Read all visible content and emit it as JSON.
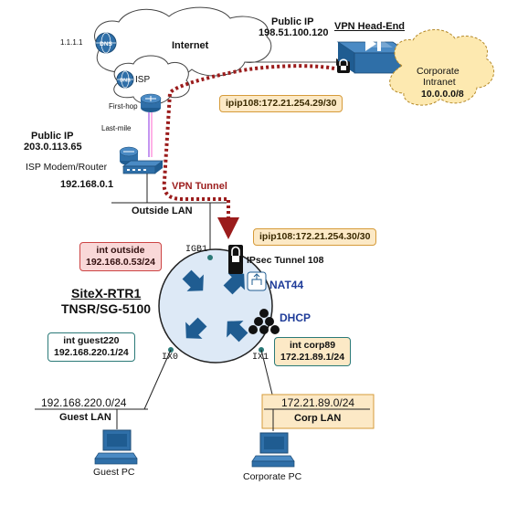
{
  "internet": {
    "cloud_label": "Internet",
    "dns_ip": "1.1.1.1",
    "isp_label": "ISP",
    "first_hop_label": "First-hop",
    "last_mile_label": "Last-mile"
  },
  "vpn_headend": {
    "title": "VPN Head-End",
    "public_ip_label": "Public IP",
    "public_ip": "198.51.100.120",
    "tunnel_addr": "ipip108:172.21.254.29/30"
  },
  "corporate_intranet": {
    "label": "Corporate\nIntranet",
    "label_line1": "Corporate",
    "label_line2": "Intranet",
    "subnet": "10.0.0.0/8"
  },
  "isp_modem": {
    "public_ip_label": "Public IP",
    "public_ip": "203.0.113.65",
    "name": "ISP Modem/Router",
    "lan_ip": "192.168.0.1"
  },
  "vpn_tunnel": {
    "label": "VPN Tunnel"
  },
  "outside_lan": {
    "label": "Outside LAN"
  },
  "router": {
    "name_line1": "SiteX-RTR1",
    "name_line2": "TNSR/SG-5100",
    "tunnel_addr": "ipip108:172.21.254.30/30",
    "tunnel_name": "IPsec Tunnel 108",
    "nat_label": "NAT44",
    "dhcp_label": "DHCP",
    "ports": {
      "igb1": "IGB1",
      "ix0": "IX0",
      "ix1": "IX1"
    }
  },
  "interfaces": {
    "outside": {
      "line1": "int outside",
      "line2": "192.168.0.53/24"
    },
    "guest": {
      "line1": "int guest220",
      "line2": "192.168.220.1/24"
    },
    "corp": {
      "line1": "int corp89",
      "line2": "172.21.89.1/24"
    }
  },
  "guest_lan": {
    "subnet": "192.168.220.0/24",
    "label": "Guest LAN",
    "pc_label": "Guest PC"
  },
  "corp_lan": {
    "subnet": "172.21.89.0/24",
    "label": "Corp LAN",
    "pc_label": "Corporate PC"
  },
  "colors": {
    "tunnel": "#9b1c1c",
    "router_fill": "#dde9f6",
    "arrow_blue": "#1f5c91",
    "device_blue": "#2f6fa8",
    "cloud_fill": "#fde9b0"
  }
}
